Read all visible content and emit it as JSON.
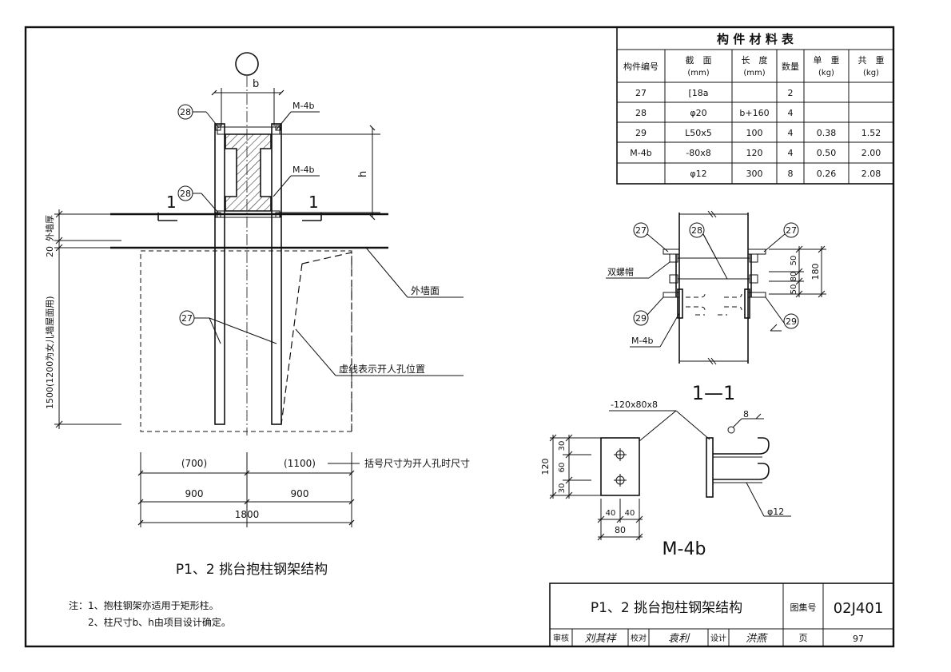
{
  "material_table": {
    "title": "构 件 材 料 表",
    "headers": [
      "构件编号",
      "截　面\n(mm)",
      "长　度\n(mm)",
      "数量",
      "单　重\n(kg)",
      "共　重\n(kg)"
    ],
    "header_main": [
      "构件编号",
      "截　面",
      "长　度",
      "数量",
      "单　重",
      "共　重"
    ],
    "header_unit": [
      "",
      "(mm)",
      "(mm)",
      "",
      "(kg)",
      "(kg)"
    ],
    "rows": [
      [
        "27",
        "[18a",
        "",
        "2",
        "",
        ""
      ],
      [
        "28",
        "φ20",
        "b+160",
        "4",
        "",
        ""
      ],
      [
        "29",
        "L50x5",
        "100",
        "4",
        "0.38",
        "1.52"
      ],
      [
        "M-4b",
        "-80x8",
        "120",
        "4",
        "0.50",
        "2.00"
      ],
      [
        "",
        "φ12",
        "300",
        "8",
        "0.26",
        "2.08"
      ]
    ]
  },
  "main_view": {
    "dim_b": "b",
    "dim_h": "h",
    "label_28_top": "28",
    "label_28_mid": "28",
    "label_27": "27",
    "label_m4b_1": "M-4b",
    "label_m4b_2": "M-4b",
    "section_mark_left": "1",
    "section_mark_right": "1",
    "wall_thickness": "外墙厚",
    "dim_20": "20",
    "dim_1500": "1500(1200为女儿墙屋面用)",
    "outer_wall_face": "外墙面",
    "dashed_note": "虚线表示开人孔位置",
    "dim_700": "(700)",
    "dim_1100": "(1100)",
    "bracket_note": "括号尺寸为开人孔时尺寸",
    "dim_900_left": "900",
    "dim_900_right": "900",
    "dim_1800": "1800",
    "caption": "P1、2 挑台抱柱钢架结构"
  },
  "section_view": {
    "label_27_left": "27",
    "label_27_right": "27",
    "label_28": "28",
    "label_29_left": "29",
    "label_29_right": "29",
    "double_nut": "双螺帽",
    "label_m4b": "M-4b",
    "dim_50a": "50",
    "dim_80": "80",
    "dim_50b": "50",
    "dim_180": "180",
    "title": "1—1"
  },
  "m4b_view": {
    "plate_label": "-120x80x8",
    "weld": "8",
    "dim_30a": "30",
    "dim_60": "60",
    "dim_30b": "30",
    "dim_120": "120",
    "dim_40a": "40",
    "dim_40b": "40",
    "dim_80": "80",
    "rod": "φ12",
    "title": "M-4b"
  },
  "notes": {
    "line1": "注：1、抱柱钢架亦适用于矩形柱。",
    "line2": "2、柱尺寸b、h由项目设计确定。"
  },
  "title_block": {
    "title": "P1、2 挑台抱柱钢架结构",
    "atlas_label": "图集号",
    "atlas_no": "02J401",
    "review_label": "审核",
    "review_sig": "刘其祥",
    "check_label": "校对",
    "check_sig": "袁利",
    "design_label": "设计",
    "design_sig": "洪燕",
    "page_label": "页",
    "page_no": "97"
  }
}
